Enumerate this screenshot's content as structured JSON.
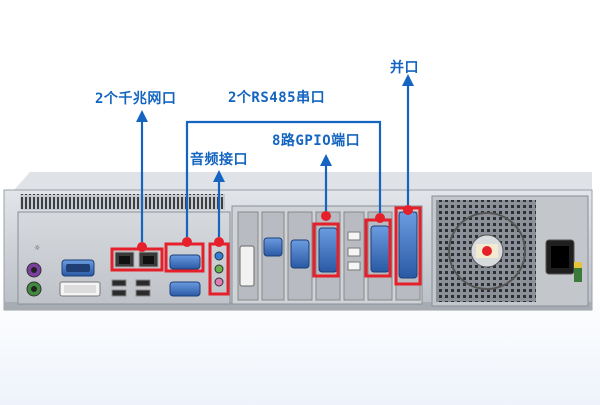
{
  "labels": {
    "lan": "2个千兆网口",
    "rs485": "2个RS485串口",
    "parallel": "并口",
    "gpio": "8路GPIO端口",
    "audio": "音频接口"
  },
  "colors": {
    "label_blue": "#1565c0",
    "highlight_red": "#e5202a",
    "chassis_silver": "#c9ced4",
    "port_blue": "#3a6fb8"
  },
  "icons": [
    "psu-fan-icon",
    "power-inlet-icon",
    "ps2-port-icon",
    "vga-port-icon",
    "usb-port-icon"
  ]
}
